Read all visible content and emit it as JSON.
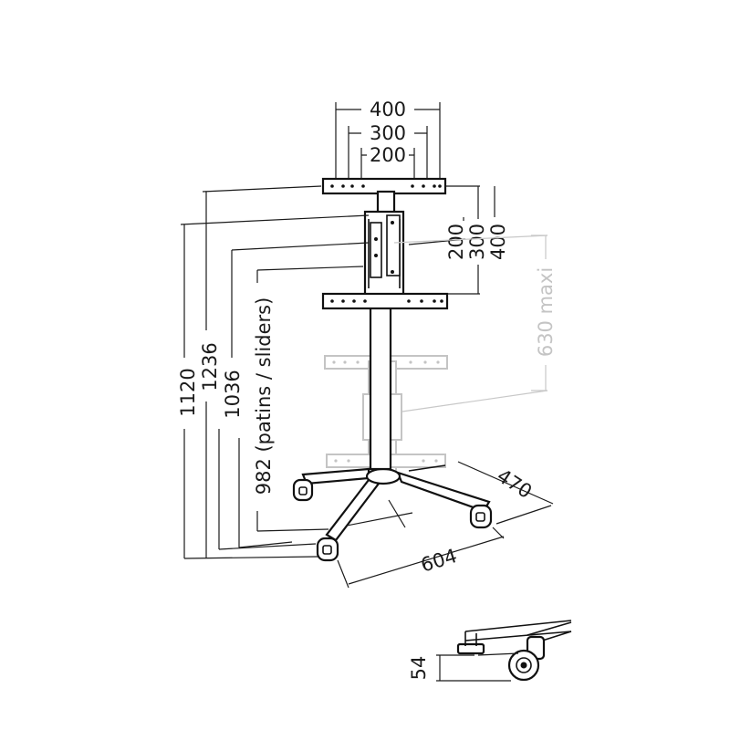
{
  "dimensions": {
    "vesa_width_400": "400",
    "vesa_width_300": "300",
    "vesa_width_200": "200",
    "vesa_height_200": "200",
    "vesa_height_300": "300",
    "vesa_height_400": "400",
    "travel": "630 maxi",
    "height_1120": "1120",
    "height_1236": "1236",
    "height_1036": "1036",
    "height_982": "982 (patins / sliders)",
    "base_depth": "470",
    "base_width": "604",
    "caster_height": "54"
  },
  "colors": {
    "line": "#1a1a1a",
    "ghost": "#c4c4c4",
    "background": "#ffffff"
  }
}
